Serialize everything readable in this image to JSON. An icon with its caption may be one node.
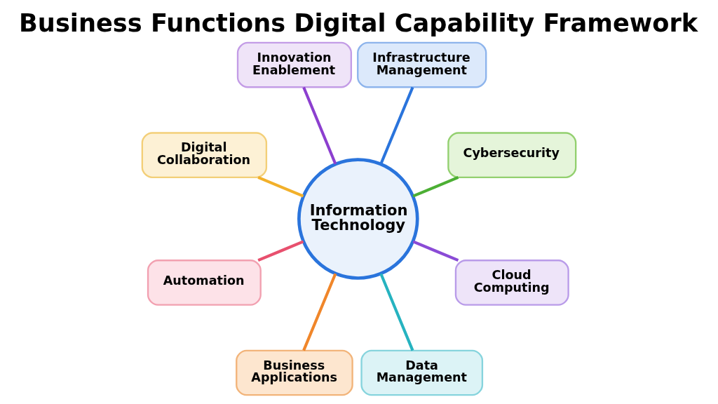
{
  "diagram": {
    "title": "Business Functions Digital Capability Framework",
    "nodes": [
      {
        "text": [
          "Information Technology"
        ]
      },
      {
        "text": [
          "Infrastructure Management"
        ]
      },
      {
        "text": [
          "Cybersecurity"
        ]
      },
      {
        "text": [
          "Cloud Computing"
        ]
      },
      {
        "text": [
          "Data Management"
        ]
      },
      {
        "text": [
          "Business Applications"
        ]
      },
      {
        "text": [
          "Automation"
        ]
      },
      {
        "text": [
          "Digital Collaboration"
        ]
      },
      {
        "text": [
          "Innovation Enablement"
        ]
      }
    ],
    "edges": [
      {
        "from": 0,
        "to": 1,
        "arrow": "none",
        "color": "#2a74dc"
      },
      {
        "from": 0,
        "to": 2,
        "arrow": "none",
        "color": "#4caf34"
      },
      {
        "from": 0,
        "to": 3,
        "arrow": "none",
        "color": "#8a4bd6"
      },
      {
        "from": 0,
        "to": 4,
        "arrow": "none",
        "color": "#26b3c0"
      },
      {
        "from": 0,
        "to": 5,
        "arrow": "none",
        "color": "#f0862a"
      },
      {
        "from": 0,
        "to": 6,
        "arrow": "none",
        "color": "#e8506e"
      },
      {
        "from": 0,
        "to": 7,
        "arrow": "none",
        "color": "#f2b02a"
      },
      {
        "from": 0,
        "to": 8,
        "arrow": "none",
        "color": "#8c3fcf"
      }
    ]
  }
}
